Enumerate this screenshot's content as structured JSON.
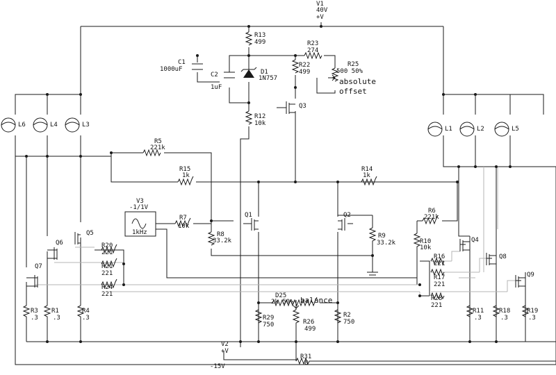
{
  "supplies": {
    "v1": {
      "name": "V1",
      "value": "40V",
      "sym": "+V"
    },
    "v2": {
      "name": "V2",
      "value": "-15V",
      "sym": "+V"
    },
    "v3": {
      "name": "V3",
      "value": "-1/1V",
      "freq": "1kHz"
    }
  },
  "capacitors": {
    "c1": {
      "name": "C1",
      "value": "1000uF"
    },
    "c2": {
      "name": "C2",
      "value": "1uF"
    }
  },
  "diode": {
    "name": "D1",
    "value": "1N757"
  },
  "lamps": {
    "l1": "L1",
    "l2": "L2",
    "l3": "L3",
    "l4": "L4",
    "l5": "L5",
    "l6": "L6"
  },
  "transistors": {
    "q1": "Q1",
    "q2": "Q2",
    "q3": "Q3",
    "q4": "Q4",
    "q5": "Q5",
    "q6": "Q6",
    "q7": "Q7",
    "q8": "Q8",
    "q9": "Q9"
  },
  "resistors": {
    "r1": {
      "name": "R1",
      "value": ".3"
    },
    "r2": {
      "name": "R2",
      "value": "750"
    },
    "r3": {
      "name": "R3",
      "value": ".3"
    },
    "r4": {
      "name": "R4",
      "value": ".3"
    },
    "r5": {
      "name": "R5",
      "value": "221k"
    },
    "r6": {
      "name": "R6",
      "value": "221k"
    },
    "r7": {
      "name": "R7",
      "value": "10k"
    },
    "r8": {
      "name": "R8",
      "value": "33.2k"
    },
    "r9": {
      "name": "R9",
      "value": "33.2k"
    },
    "r10": {
      "name": "R10",
      "value": "10k"
    },
    "r11": {
      "name": "R11",
      "value": ".3"
    },
    "r12": {
      "name": "R12",
      "value": "10k"
    },
    "r13": {
      "name": "R13",
      "value": "499"
    },
    "r14": {
      "name": "R14",
      "value": "1k"
    },
    "r15": {
      "name": "R15",
      "value": "1k"
    },
    "r16": {
      "name": "R16",
      "value": "221"
    },
    "r17": {
      "name": "R17",
      "value": "221"
    },
    "r18": {
      "name": "R18",
      "value": ".3"
    },
    "r19": {
      "name": "R19",
      "value": ".3"
    },
    "r20": {
      "name": "R20",
      "value": "221"
    },
    "r21": {
      "name": "R21",
      "value": "221"
    },
    "r22": {
      "name": "R22",
      "value": "499"
    },
    "r23": {
      "name": "R23",
      "value": "274"
    },
    "r24": {
      "name": "R24",
      "value": "221"
    },
    "r26": {
      "name": "R26",
      "value": "499"
    },
    "r28": {
      "name": "R28",
      "value": "221"
    },
    "r29": {
      "name": "R29",
      "value": "750"
    },
    "r31": {
      "name": "R31",
      "value": "8"
    }
  },
  "pots": {
    "r25": {
      "name": "R25",
      "value": "500 50%",
      "note1": "absolute",
      "note2": "offset"
    },
    "d25": {
      "name": "D25",
      "value": "2k 50%",
      "note": "balance"
    }
  }
}
